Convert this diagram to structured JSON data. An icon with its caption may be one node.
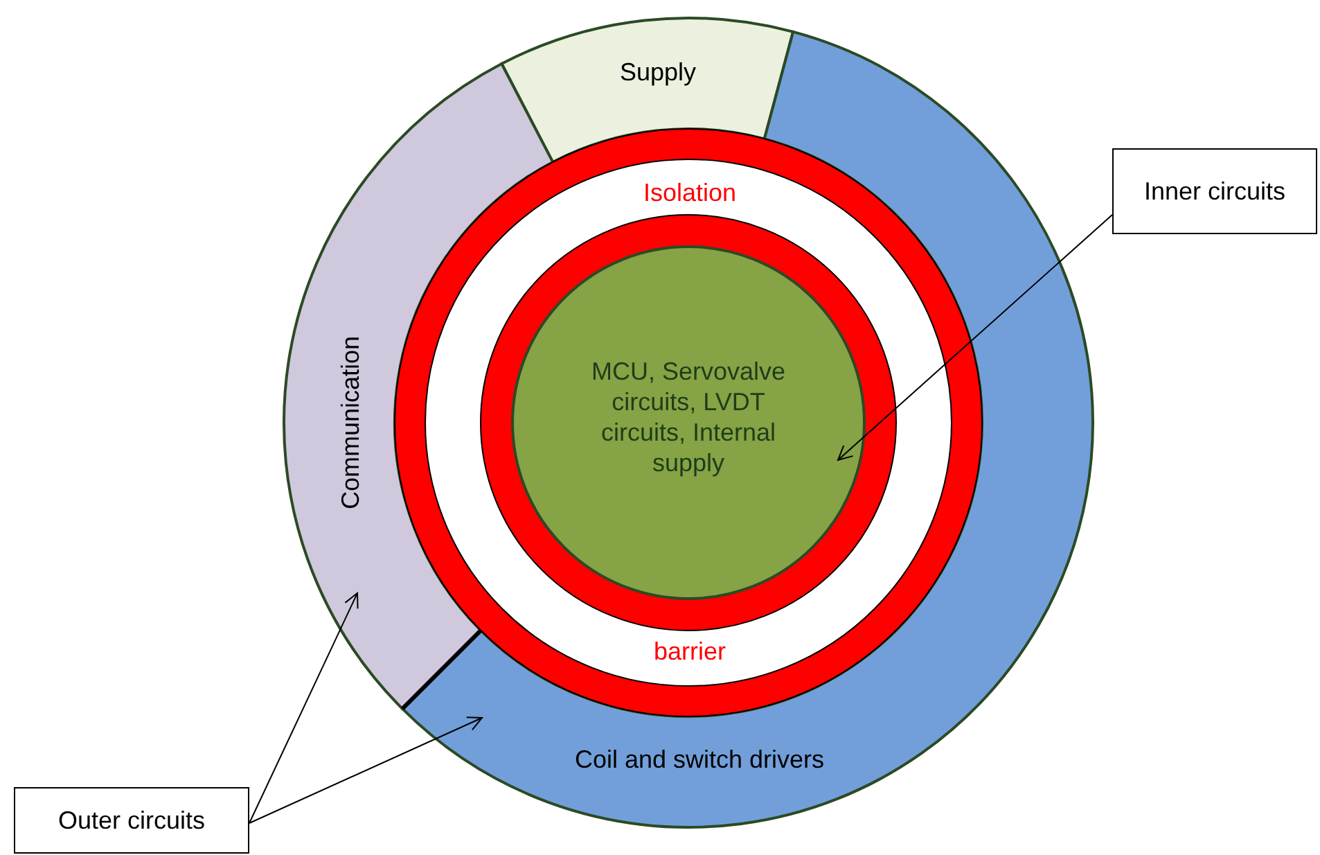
{
  "diagram": {
    "nodes": [
      {
        "text": [
          "Supply"
        ]
      },
      {
        "text": [
          "Communication"
        ]
      },
      {
        "text": [
          "Coil and switch drivers"
        ]
      },
      {
        "text": [
          "Isolation",
          "barrier"
        ]
      },
      {
        "text": [
          "MCU, Servovalve circuits, LVDT circuits, Internal supply"
        ],
        "in": 3
      },
      {
        "text": [
          "Inner circuits"
        ]
      },
      {
        "text": [
          "Outer circuits"
        ]
      }
    ],
    "edges": [
      {
        "from": 5,
        "to": 4,
        "arrow": "to"
      },
      {
        "from": 6,
        "to": 1,
        "arrow": "to"
      },
      {
        "from": 6,
        "to": 2,
        "arrow": "to"
      }
    ]
  }
}
